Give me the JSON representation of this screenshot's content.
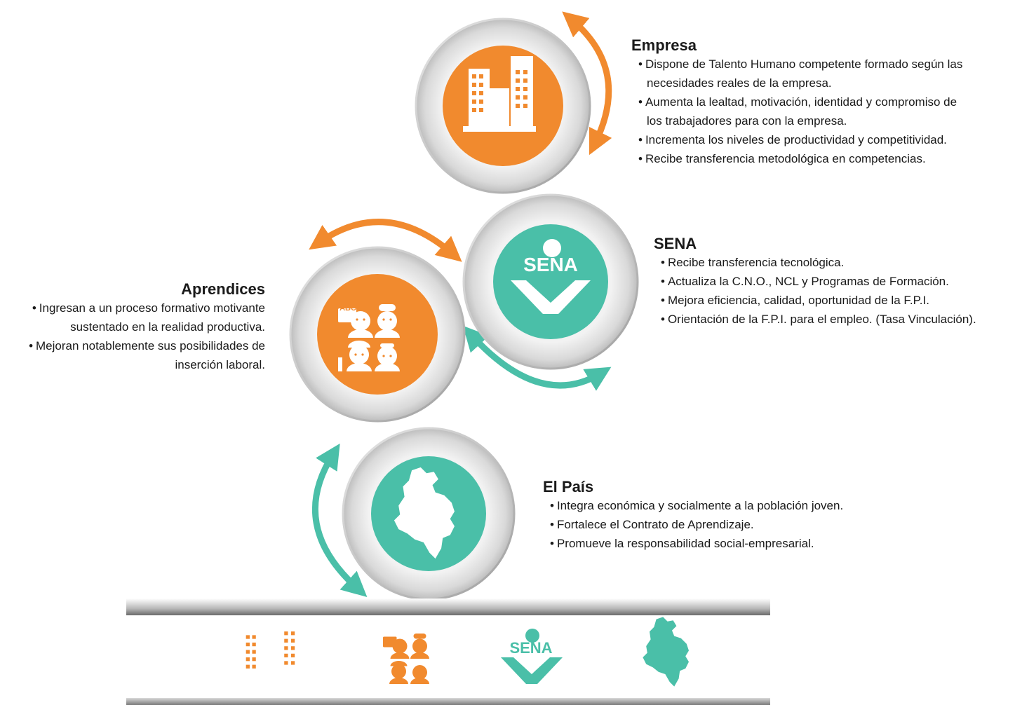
{
  "sections": {
    "empresa": {
      "title": "Empresa",
      "bullets": [
        "Dispone de Talento Humano competente formado según las",
        "necesidades reales de la empresa.",
        "Aumenta la lealtad, motivación, identidad y compromiso de",
        "los trabajadores para con la empresa.",
        "Incrementa los niveles de productividad y competitividad.",
        "Recibe transferencia metodológica en competencias."
      ]
    },
    "sena": {
      "title": "SENA",
      "bullets": [
        "Recibe transferencia tecnológica.",
        "Actualiza la C.N.O., NCL y Programas de Formación.",
        "Mejora eficiencia, calidad, oportunidad de la F.P.I.",
        "Orientación de la F.P.I. para el empleo.  (Tasa Vinculación)."
      ]
    },
    "aprendices": {
      "title": "Aprendices",
      "bullets": [
        "Ingresan a un proceso formativo motivante",
        "sustentado en la realidad productiva.",
        "Mejoran notablemente sus posibilidades de",
        "inserción laboral."
      ]
    },
    "pais": {
      "title": "El País",
      "bullets": [
        "Integra económica y socialmente a la población joven.",
        "Fortalece el Contrato de Aprendizaje.",
        "Promueve la responsabilidad social-empresarial."
      ]
    }
  },
  "logo_text": "SENA",
  "abc_text": "ABC",
  "bullet_char": "•",
  "colors": {
    "orange": "#f18a2e",
    "teal": "#4abfa8",
    "text": "#1a1a1a"
  },
  "icons": [
    "buildings-icon",
    "apprentices-icon",
    "sena-logo-icon",
    "colombia-map-icon"
  ]
}
